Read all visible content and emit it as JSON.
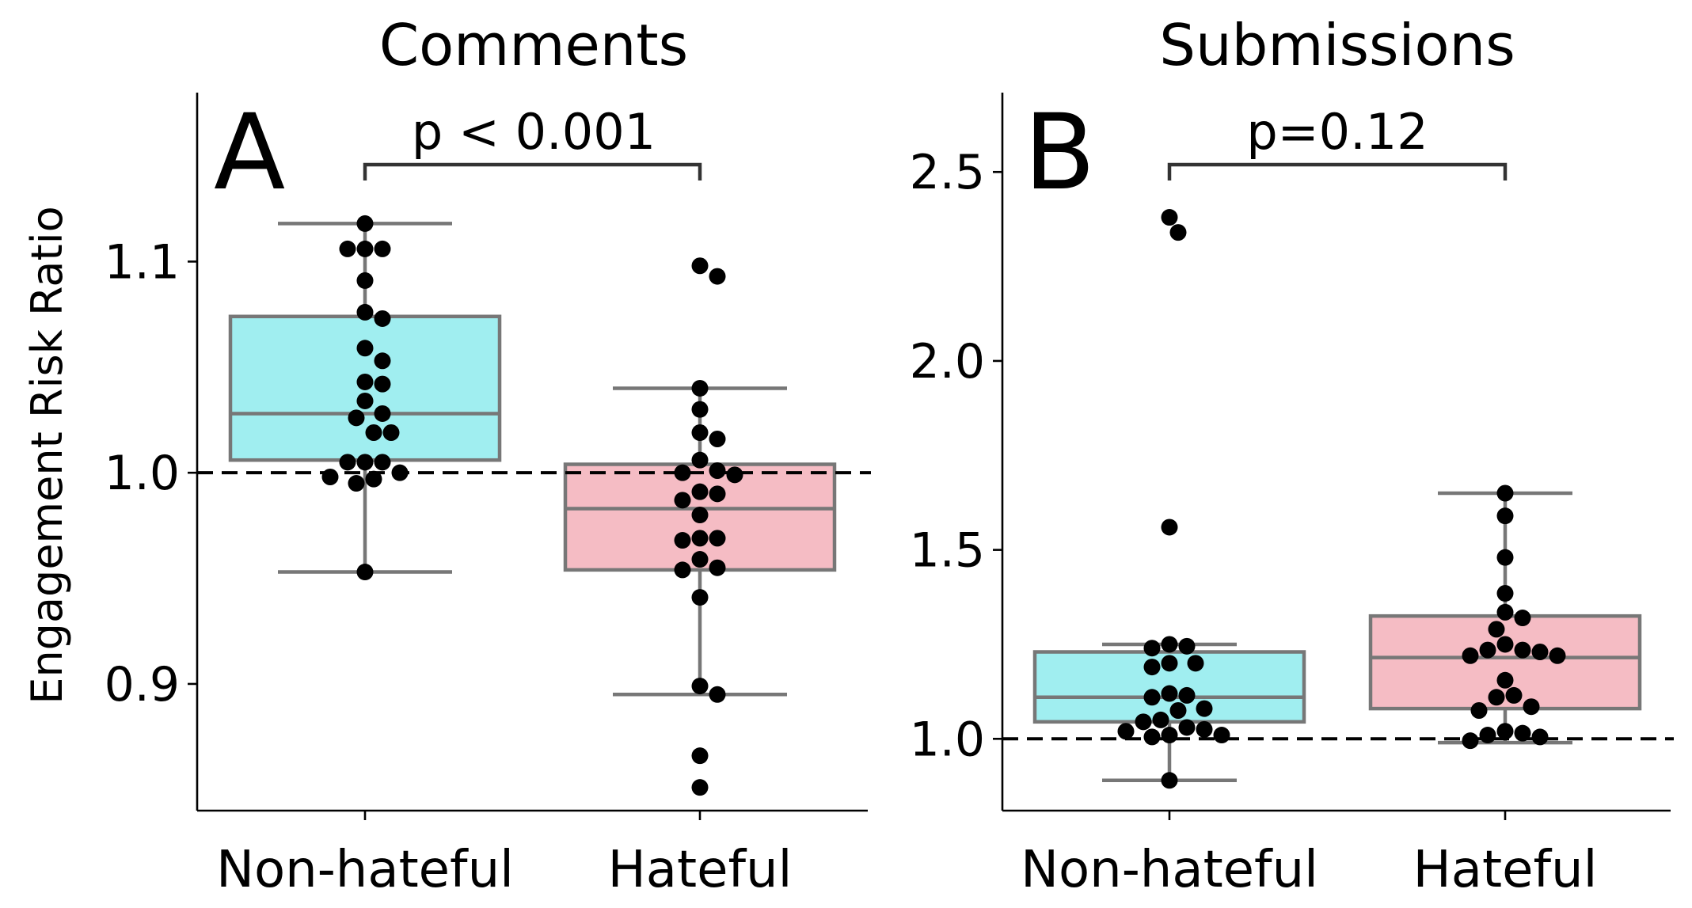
{
  "y_axis_label": "Engagement Risk Ratio",
  "chart_data": [
    {
      "type": "box",
      "title": "Comments",
      "panel_label": "A",
      "ylabel": "Engagement Risk Ratio",
      "xlabel": "",
      "categories": [
        "Non-hateful",
        "Hateful"
      ],
      "ylim": [
        0.84,
        1.18
      ],
      "yticks": [
        0.9,
        1.0,
        1.1
      ],
      "ytick_labels": [
        "0.9",
        "1.0",
        "1.1"
      ],
      "reference_line": 1.0,
      "significance": "p < 0.001",
      "grid": false,
      "series": [
        {
          "color": "#a0eef0",
          "box": {
            "whisker_low": 0.953,
            "q1": 1.006,
            "median": 1.028,
            "q3": 1.074,
            "whisker_high": 1.118
          },
          "points": [
            1.118,
            1.106,
            1.106,
            1.106,
            1.091,
            1.076,
            1.073,
            1.059,
            1.053,
            1.043,
            1.042,
            1.034,
            1.028,
            1.026,
            1.019,
            1.019,
            1.005,
            1.005,
            1.005,
            1.0,
            0.998,
            0.997,
            0.995,
            0.953
          ]
        },
        {
          "color": "#f5bcc4",
          "box": {
            "whisker_low": 0.895,
            "q1": 0.954,
            "median": 0.983,
            "q3": 1.004,
            "whisker_high": 1.04
          },
          "points": [
            1.098,
            1.093,
            1.04,
            1.03,
            1.019,
            1.016,
            1.006,
            1.001,
            1.0,
            0.999,
            0.991,
            0.99,
            0.987,
            0.98,
            0.969,
            0.969,
            0.968,
            0.959,
            0.955,
            0.954,
            0.941,
            0.899,
            0.895,
            0.866,
            0.851
          ]
        }
      ]
    },
    {
      "type": "box",
      "title": "Submissions",
      "panel_label": "B",
      "ylabel": "",
      "xlabel": "",
      "categories": [
        "Non-hateful",
        "Hateful"
      ],
      "ylim": [
        0.81,
        2.71
      ],
      "yticks": [
        1.0,
        1.5,
        2.0,
        2.5
      ],
      "ytick_labels": [
        "1.0",
        "1.5",
        "2.0",
        "2.5"
      ],
      "reference_line": 1.0,
      "significance": "p=0.12",
      "grid": false,
      "series": [
        {
          "color": "#a0eef0",
          "box": {
            "whisker_low": 0.89,
            "q1": 1.045,
            "median": 1.11,
            "q3": 1.23,
            "whisker_high": 1.25
          },
          "points": [
            2.38,
            2.34,
            1.56,
            1.25,
            1.245,
            1.24,
            1.2,
            1.2,
            1.19,
            1.12,
            1.115,
            1.11,
            1.08,
            1.075,
            1.05,
            1.045,
            1.03,
            1.025,
            1.02,
            1.01,
            1.01,
            1.005,
            0.89
          ]
        },
        {
          "color": "#f5bcc4",
          "box": {
            "whisker_low": 0.99,
            "q1": 1.08,
            "median": 1.215,
            "q3": 1.325,
            "whisker_high": 1.65
          },
          "points": [
            1.65,
            1.59,
            1.48,
            1.385,
            1.335,
            1.32,
            1.29,
            1.25,
            1.235,
            1.235,
            1.23,
            1.22,
            1.22,
            1.155,
            1.115,
            1.11,
            1.085,
            1.075,
            1.02,
            1.015,
            1.01,
            1.005,
            0.995
          ]
        }
      ]
    }
  ]
}
